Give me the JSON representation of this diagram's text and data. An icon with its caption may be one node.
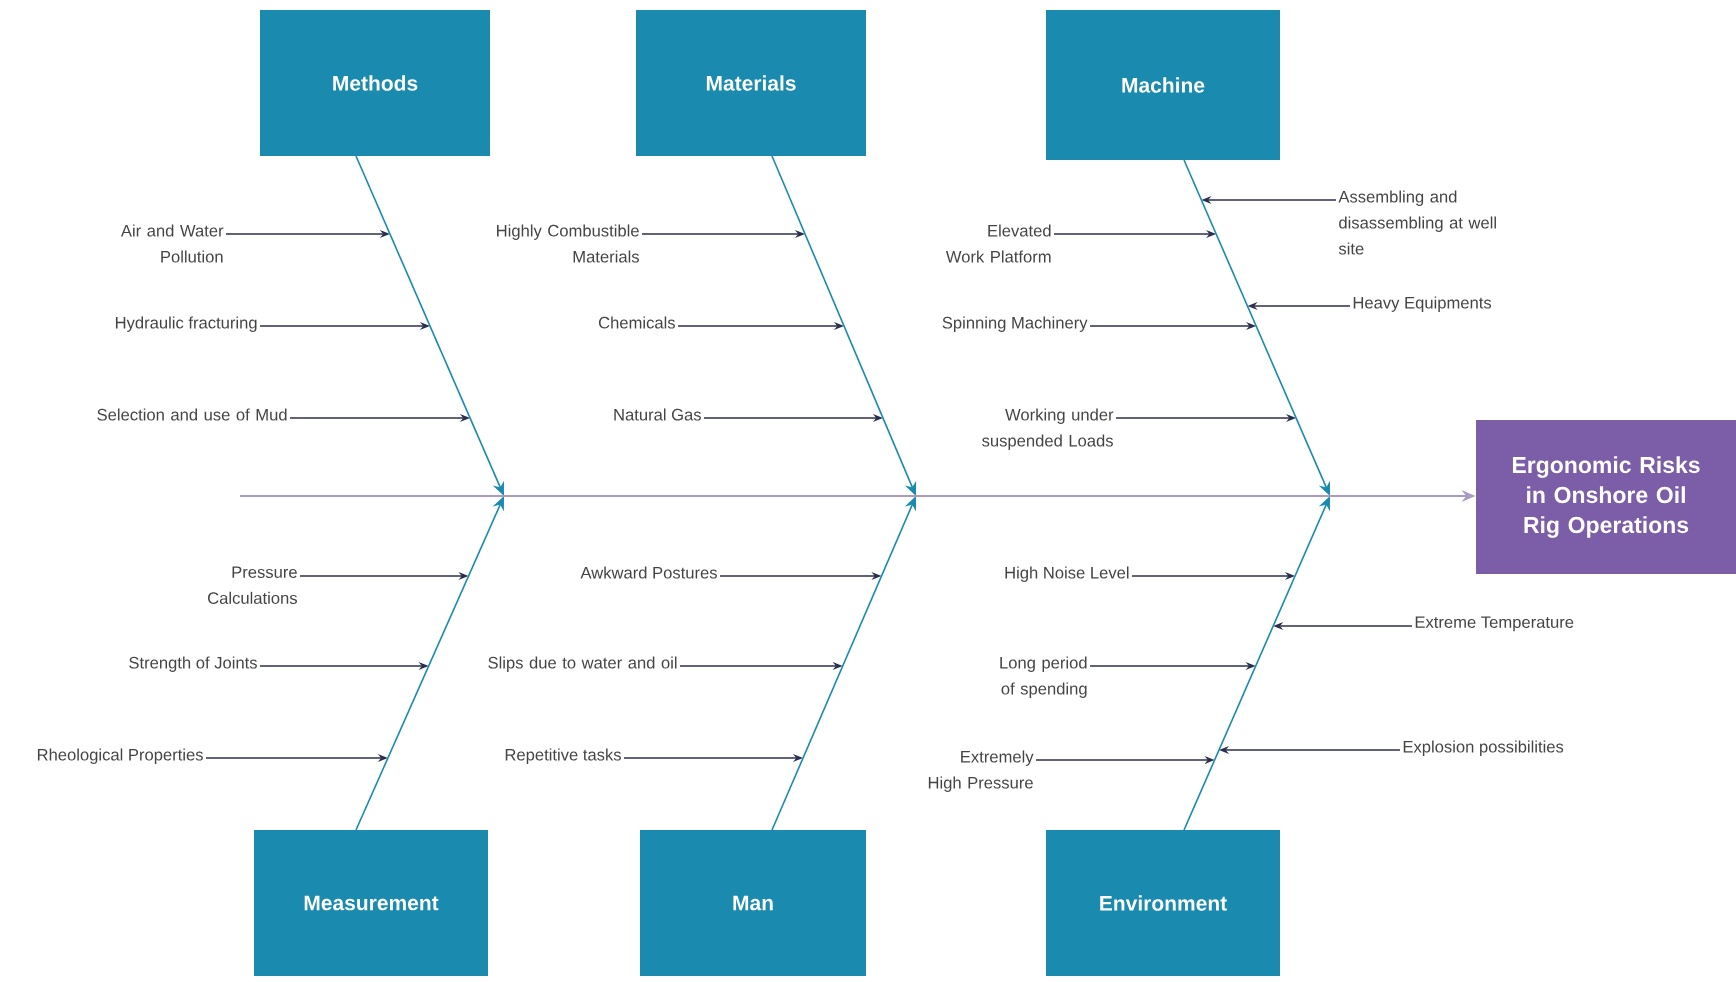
{
  "diagram": {
    "nodes": [
      {
        "text": [
          "Methods"
        ]
      },
      {
        "text": [
          "Materials"
        ]
      },
      {
        "text": [
          "Machine"
        ]
      },
      {
        "text": [
          "Measurement"
        ]
      },
      {
        "text": [
          "Man"
        ]
      },
      {
        "text": [
          "Environment"
        ]
      },
      {
        "text": [
          "Ergonomic Risks in Onshore Oil Rig Operations"
        ]
      },
      {
        "text": [
          "Air and Water Pollution"
        ]
      },
      {
        "text": [
          "Hydraulic fracturing"
        ]
      },
      {
        "text": [
          "Selection and use of Mud"
        ]
      },
      {
        "text": [
          "Highly Combustible Materials"
        ]
      },
      {
        "text": [
          "Chemicals"
        ]
      },
      {
        "text": [
          "Natural Gas"
        ]
      },
      {
        "text": [
          "Assembling and disassembling  at well site"
        ]
      },
      {
        "text": [
          "Elevated Work Platform"
        ]
      },
      {
        "text": [
          "Heavy Equipments"
        ]
      },
      {
        "text": [
          "Spinning Machinery"
        ]
      },
      {
        "text": [
          "Working under suspended Loads"
        ]
      },
      {
        "text": [
          "Pressure Calculations"
        ]
      },
      {
        "text": [
          "Strength of Joints"
        ]
      },
      {
        "text": [
          "Rheological Properties"
        ]
      },
      {
        "text": [
          "Awkward Postures"
        ]
      },
      {
        "text": [
          "Slips due to water and oil"
        ]
      },
      {
        "text": [
          "Repetitive tasks"
        ]
      },
      {
        "text": [
          "High Noise Level"
        ]
      },
      {
        "text": [
          "Extreme Temperature"
        ]
      },
      {
        "text": [
          "Long period of spending"
        ]
      },
      {
        "text": [
          "Extremely High Pressure"
        ]
      },
      {
        "text": [
          "Explosion possibilities"
        ]
      }
    ],
    "edges": [
      {
        "from": 7,
        "to": null,
        "arrow": "to"
      },
      {
        "from": 8,
        "to": null,
        "arrow": "to"
      },
      {
        "from": 9,
        "to": null,
        "arrow": "to"
      },
      {
        "from": 10,
        "to": null,
        "arrow": "to"
      },
      {
        "from": 11,
        "to": null,
        "arrow": "to"
      },
      {
        "from": 12,
        "to": null,
        "arrow": "to"
      },
      {
        "from": 13,
        "to": null,
        "arrow": "to"
      },
      {
        "from": 14,
        "to": null,
        "arrow": "to"
      },
      {
        "from": 15,
        "to": null,
        "arrow": "to"
      },
      {
        "from": 16,
        "to": null,
        "arrow": "to"
      },
      {
        "from": 17,
        "to": null,
        "arrow": "to"
      },
      {
        "from": 18,
        "to": null,
        "arrow": "to"
      },
      {
        "from": 19,
        "to": null,
        "arrow": "to"
      },
      {
        "from": 20,
        "to": null,
        "arrow": "to"
      },
      {
        "from": 21,
        "to": null,
        "arrow": "to"
      },
      {
        "from": 22,
        "to": null,
        "arrow": "to"
      },
      {
        "from": 23,
        "to": null,
        "arrow": "to"
      },
      {
        "from": 24,
        "to": null,
        "arrow": "to"
      },
      {
        "from": 25,
        "to": null,
        "arrow": "to"
      },
      {
        "from": 26,
        "to": null,
        "arrow": "to"
      },
      {
        "from": 27,
        "to": null,
        "arrow": "to"
      },
      {
        "from": 28,
        "to": null,
        "arrow": "to"
      },
      {
        "from": 0,
        "to": null,
        "arrow": "to",
        "color": "#1a8aae"
      },
      {
        "from": 1,
        "to": null,
        "arrow": "to",
        "color": "#1a8aae"
      },
      {
        "from": 2,
        "to": null,
        "arrow": "to",
        "color": "#1a8aae"
      },
      {
        "from": 3,
        "to": null,
        "arrow": "to",
        "color": "#1a8aae"
      },
      {
        "from": 4,
        "to": null,
        "arrow": "to",
        "color": "#1a8aae"
      },
      {
        "from": 5,
        "to": null,
        "arrow": "to",
        "color": "#1a8aae"
      },
      {
        "from": null,
        "to": 6,
        "arrow": "to",
        "color": "#a99bc4"
      }
    ]
  }
}
